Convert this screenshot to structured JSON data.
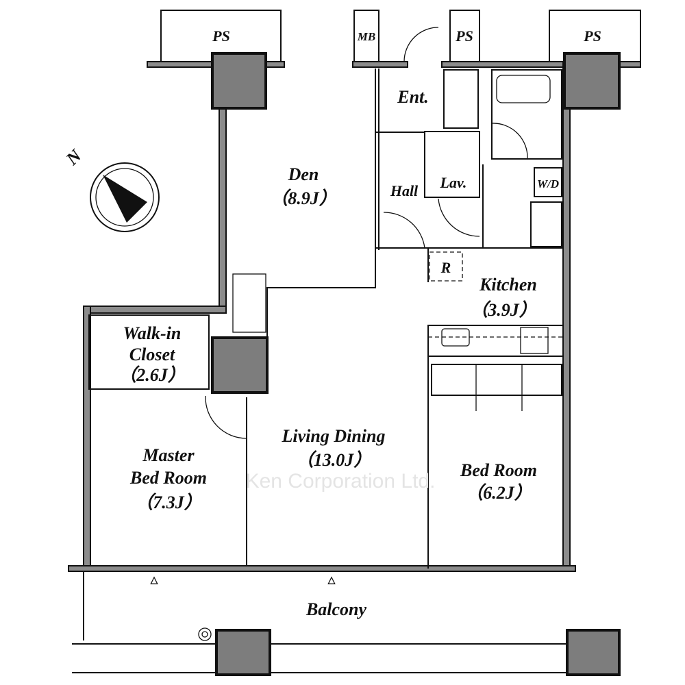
{
  "watermark": "Ken Corporation Ltd.",
  "compass": {
    "label": "N"
  },
  "shafts": {
    "ps_left": "PS",
    "mb": "MB",
    "ps_mid": "PS",
    "ps_right": "PS"
  },
  "rooms": {
    "entrance": {
      "name": "Ent."
    },
    "den": {
      "name": "Den",
      "size": "（8.9J）"
    },
    "hall": {
      "name": "Hall"
    },
    "lavatory": {
      "name": "Lav."
    },
    "washer_dryer": {
      "name": "W/D"
    },
    "refrigerator": {
      "name": "R"
    },
    "kitchen": {
      "name": "Kitchen",
      "size": "（3.9J）"
    },
    "walk_in_closet": {
      "name_line1": "Walk-in",
      "name_line2": "Closet",
      "size": "（2.6J）"
    },
    "living_dining": {
      "name": "Living Dining",
      "size": "（13.0J）"
    },
    "master_bedroom": {
      "name_line1": "Master",
      "name_line2": "Bed Room",
      "size": "（7.3J）"
    },
    "bedroom": {
      "name": "Bed Room",
      "size": "（6.2J）"
    },
    "balcony": {
      "name": "Balcony"
    }
  },
  "colors": {
    "wall": "#8c8c8c",
    "line": "#111111",
    "watermark": "#e4e4e4"
  }
}
